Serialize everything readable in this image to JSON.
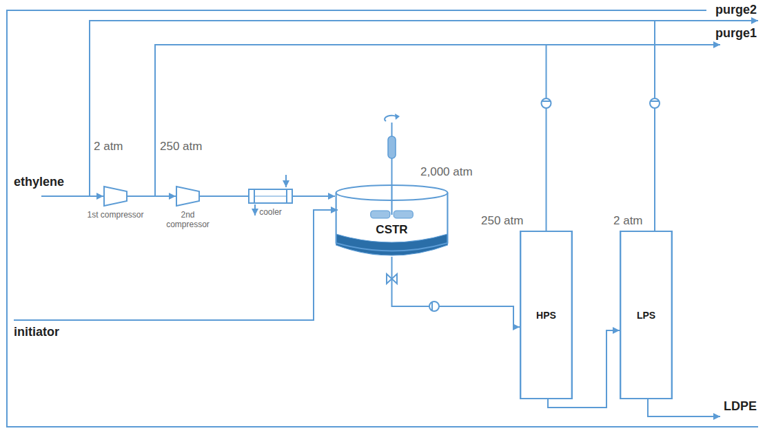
{
  "diagram": {
    "nodes": [
      {
        "text": [
          "1st compressor"
        ]
      },
      {
        "text": [
          "2nd compressor"
        ]
      },
      {
        "text": [
          "cooler"
        ]
      },
      {
        "text": [
          "CSTR"
        ]
      },
      {
        "text": [
          "HPS"
        ]
      },
      {
        "text": [
          "LPS"
        ]
      }
    ],
    "edges": [
      {
        "from": 0,
        "to": 1,
        "arrow": "none"
      },
      {
        "from": 1,
        "to": 2,
        "arrow": "none"
      },
      {
        "from": 2,
        "to": 3,
        "arrow": "to"
      },
      {
        "from": 3,
        "to": 4,
        "arrow": "to"
      },
      {
        "from": 4,
        "to": 5,
        "arrow": "to"
      },
      {
        "from": 4,
        "to": 1,
        "arrow": "to"
      },
      {
        "from": 5,
        "to": 0,
        "arrow": "to"
      }
    ],
    "labels": [
      "ethylene",
      "initiator",
      "purge2",
      "purge1",
      "LDPE",
      "2 atm",
      "250 atm",
      "2,000 atm",
      "250 atm",
      "2 atm"
    ]
  }
}
